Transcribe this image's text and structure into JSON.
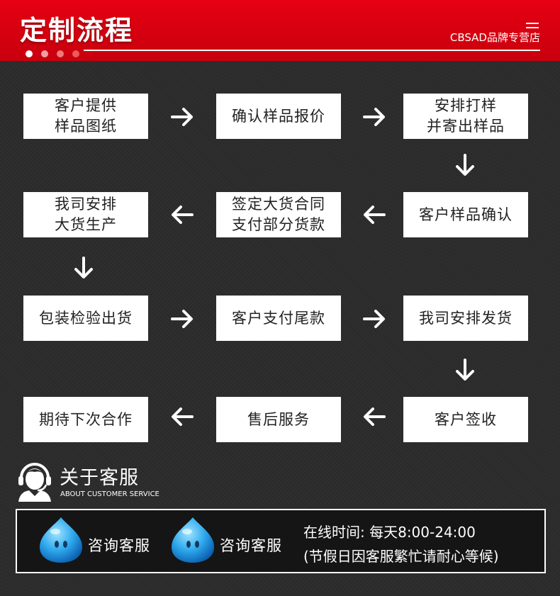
{
  "header": {
    "title": "定制流程",
    "brand": "CBSAD品牌专营店",
    "dot_colors": [
      "#ffffff",
      "#f3a0a0",
      "#f07a7a",
      "#ec5a5a"
    ],
    "background": "#e60012"
  },
  "steps": [
    {
      "label": "客户提供\n样品图纸"
    },
    {
      "label": "确认样品报价"
    },
    {
      "label": "安排打样\n并寄出样品"
    },
    {
      "label": "客户样品确认"
    },
    {
      "label": "签定大货合同\n支付部分货款"
    },
    {
      "label": "我司安排\n大货生产"
    },
    {
      "label": "包装检验出货"
    },
    {
      "label": "客户支付尾款"
    },
    {
      "label": "我司安排发货"
    },
    {
      "label": "客户签收"
    },
    {
      "label": "售后服务"
    },
    {
      "label": "期待下次合作"
    }
  ],
  "arrows": [
    {
      "name": "arrow-right-icon"
    },
    {
      "name": "arrow-right-icon"
    },
    {
      "name": "arrow-down-icon"
    },
    {
      "name": "arrow-left-icon"
    },
    {
      "name": "arrow-left-icon"
    },
    {
      "name": "arrow-down-icon"
    },
    {
      "name": "arrow-right-icon"
    },
    {
      "name": "arrow-right-icon"
    },
    {
      "name": "arrow-down-icon"
    },
    {
      "name": "arrow-left-icon"
    },
    {
      "name": "arrow-left-icon"
    }
  ],
  "customer_service": {
    "title": "关于客服",
    "subtitle": "ABOUT CUSTOMER SERVICE",
    "contacts": [
      {
        "label": "咨询客服",
        "icon": "qq-penguin-icon"
      },
      {
        "label": "咨询客服",
        "icon": "qq-penguin-icon"
      }
    ],
    "hours_line1": "在线时间: 每天8:00-24:00",
    "hours_line2": "(节假日因客服繁忙请耐心等候)"
  }
}
